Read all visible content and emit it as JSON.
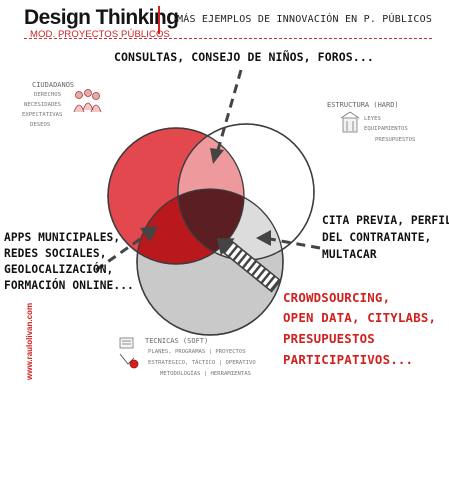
{
  "header": {
    "title": "Design Thinking",
    "subtitle": "MOD. PROYECTOS PÚBLICOS",
    "right_title": "MÁS EJEMPLOS DE INNOVACIÓN EN P. PÚBLICOS"
  },
  "groups": {
    "ciudadanos": {
      "title": "CIUDADANOS",
      "items": [
        "DERECHOS",
        "NECESIDADES",
        "EXPECTATIVAS",
        "DESEOS"
      ]
    },
    "estructura": {
      "title": "ESTRUCTURA (HARD)",
      "items": [
        "LEYES",
        "EQUIPAMIENTOS",
        "PRESUPUESTOS"
      ]
    },
    "tecnicas": {
      "title": "TECNICAS (SOFT)",
      "items": [
        "PLANES, PROGRAMAS | PROYECTOS",
        "ESTRATEGICO, TÁCTICO | OPERATIVO",
        "METODOLOGÍAS | HERRAMIENTAS"
      ]
    }
  },
  "labels": {
    "top": "CONSULTAS, CONSEJO DE NIÑOS, FOROS...",
    "left": [
      "APPS MUNICIPALES,",
      "REDES SOCIALES,",
      "GEOLOCALIZACIÓN,",
      "FORMACIÓN ONLINE..."
    ],
    "right": [
      "CITA PREVIA, PERFIL",
      "DEL CONTRATANTE,",
      "MULTACAR"
    ],
    "red": [
      "CROWDSOURCING,",
      "OPEN DATA, CITYLABS,",
      "PRESUPUESTOS",
      "PARTICIPATIVOS..."
    ]
  },
  "vertical_site": "www.raulolivan.com",
  "colors": {
    "red_circle": "#e2484e",
    "white_circle_stroke": "#3a3a3a",
    "gray_circle": "#c8c8c8",
    "center": "#5b1e22",
    "accent": "#d0211f"
  }
}
